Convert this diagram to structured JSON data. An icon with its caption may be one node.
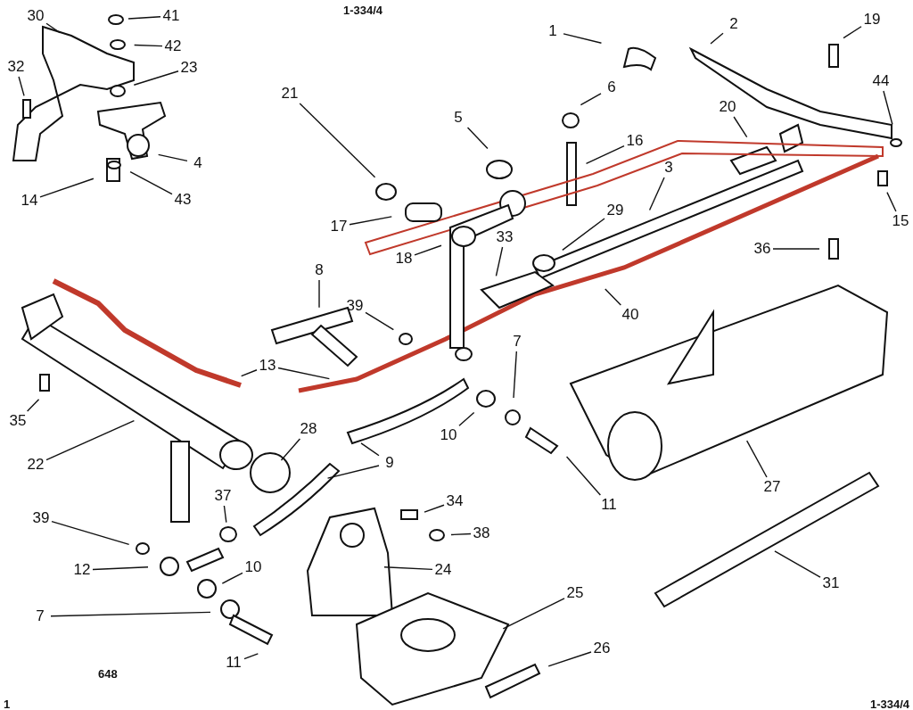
{
  "diagram": {
    "nodes": [
      {
        "text": [
          "30"
        ]
      },
      {
        "text": [
          "41"
        ]
      },
      {
        "text": [
          "2"
        ]
      },
      {
        "text": [
          "1"
        ]
      },
      {
        "text": [
          "19"
        ]
      },
      {
        "text": [
          "42"
        ]
      },
      {
        "text": [
          "32"
        ]
      },
      {
        "text": [
          "23"
        ]
      },
      {
        "text": [
          "44"
        ]
      },
      {
        "text": [
          "6"
        ]
      },
      {
        "text": [
          "21"
        ]
      },
      {
        "text": [
          "20"
        ]
      },
      {
        "text": [
          "5"
        ]
      },
      {
        "text": [
          "16"
        ]
      },
      {
        "text": [
          "4"
        ]
      },
      {
        "text": [
          "3"
        ]
      },
      {
        "text": [
          "14"
        ]
      },
      {
        "text": [
          "43"
        ]
      },
      {
        "text": [
          "15"
        ]
      },
      {
        "text": [
          "29"
        ]
      },
      {
        "text": [
          "17"
        ]
      },
      {
        "text": [
          "33"
        ]
      },
      {
        "text": [
          "36"
        ]
      },
      {
        "text": [
          "18"
        ]
      },
      {
        "text": [
          "8"
        ]
      },
      {
        "text": [
          "39"
        ]
      },
      {
        "text": [
          "40"
        ]
      },
      {
        "text": [
          "7"
        ]
      },
      {
        "text": [
          "13"
        ]
      },
      {
        "text": [
          "35"
        ]
      },
      {
        "text": [
          "10"
        ]
      },
      {
        "text": [
          "28"
        ]
      },
      {
        "text": [
          "9"
        ]
      },
      {
        "text": [
          "22"
        ]
      },
      {
        "text": [
          "27"
        ]
      },
      {
        "text": [
          "37"
        ]
      },
      {
        "text": [
          "11"
        ]
      },
      {
        "text": [
          "34"
        ]
      },
      {
        "text": [
          "39"
        ]
      },
      {
        "text": [
          "38"
        ]
      },
      {
        "text": [
          "12"
        ]
      },
      {
        "text": [
          "24"
        ]
      },
      {
        "text": [
          "10"
        ]
      },
      {
        "text": [
          "31"
        ]
      },
      {
        "text": [
          "25"
        ]
      },
      {
        "text": [
          "7"
        ]
      },
      {
        "text": [
          "26"
        ]
      },
      {
        "text": [
          "11"
        ]
      }
    ],
    "edges": [
      {
        "from": 0,
        "to": null,
        "arrow": "none"
      },
      {
        "from": 1,
        "to": null,
        "arrow": "none"
      },
      {
        "from": 2,
        "to": null,
        "arrow": "none"
      },
      {
        "from": 3,
        "to": null,
        "arrow": "none"
      },
      {
        "from": 4,
        "to": null,
        "arrow": "none"
      },
      {
        "from": 5,
        "to": null,
        "arrow": "none"
      },
      {
        "from": 6,
        "to": null,
        "arrow": "none"
      },
      {
        "from": 7,
        "to": null,
        "arrow": "none"
      },
      {
        "from": 8,
        "to": null,
        "arrow": "none"
      },
      {
        "from": 9,
        "to": null,
        "arrow": "none"
      },
      {
        "from": 10,
        "to": null,
        "arrow": "none"
      },
      {
        "from": 11,
        "to": null,
        "arrow": "none"
      },
      {
        "from": 12,
        "to": null,
        "arrow": "none"
      },
      {
        "from": 13,
        "to": null,
        "arrow": "none"
      },
      {
        "from": 14,
        "to": null,
        "arrow": "none"
      },
      {
        "from": 15,
        "to": null,
        "arrow": "none"
      },
      {
        "from": 16,
        "to": null,
        "arrow": "none"
      },
      {
        "from": 17,
        "to": null,
        "arrow": "none"
      },
      {
        "from": 18,
        "to": null,
        "arrow": "none"
      },
      {
        "from": 19,
        "to": null,
        "arrow": "none"
      },
      {
        "from": 20,
        "to": null,
        "arrow": "none"
      },
      {
        "from": 21,
        "to": null,
        "arrow": "none"
      },
      {
        "from": 22,
        "to": null,
        "arrow": "none"
      },
      {
        "from": 23,
        "to": null,
        "arrow": "none"
      },
      {
        "from": 24,
        "to": null,
        "arrow": "none"
      },
      {
        "from": 25,
        "to": null,
        "arrow": "none"
      },
      {
        "from": 26,
        "to": null,
        "arrow": "none"
      },
      {
        "from": 27,
        "to": null,
        "arrow": "none"
      },
      {
        "from": 28,
        "to": null,
        "arrow": "none"
      },
      {
        "from": 28,
        "to": null,
        "arrow": "none"
      },
      {
        "from": 29,
        "to": null,
        "arrow": "none"
      },
      {
        "from": 30,
        "to": null,
        "arrow": "none"
      },
      {
        "from": 31,
        "to": null,
        "arrow": "none"
      },
      {
        "from": 32,
        "to": null,
        "arrow": "none"
      },
      {
        "from": 32,
        "to": null,
        "arrow": "none"
      },
      {
        "from": 33,
        "to": null,
        "arrow": "none"
      },
      {
        "from": 34,
        "to": null,
        "arrow": "none"
      },
      {
        "from": 35,
        "to": null,
        "arrow": "none"
      },
      {
        "from": 36,
        "to": null,
        "arrow": "none"
      },
      {
        "from": 37,
        "to": null,
        "arrow": "none"
      },
      {
        "from": 38,
        "to": null,
        "arrow": "none"
      },
      {
        "from": 39,
        "to": null,
        "arrow": "none"
      },
      {
        "from": 40,
        "to": null,
        "arrow": "none"
      },
      {
        "from": 41,
        "to": null,
        "arrow": "none"
      },
      {
        "from": 42,
        "to": null,
        "arrow": "none"
      },
      {
        "from": 43,
        "to": null,
        "arrow": "none"
      },
      {
        "from": 44,
        "to": null,
        "arrow": "none"
      },
      {
        "from": 45,
        "to": null,
        "arrow": "none"
      },
      {
        "from": 46,
        "to": null,
        "arrow": "none"
      },
      {
        "from": 47,
        "to": null,
        "arrow": "none"
      }
    ],
    "labels": [
      "1-334/4",
      "648",
      "1",
      "1-334/4"
    ]
  }
}
